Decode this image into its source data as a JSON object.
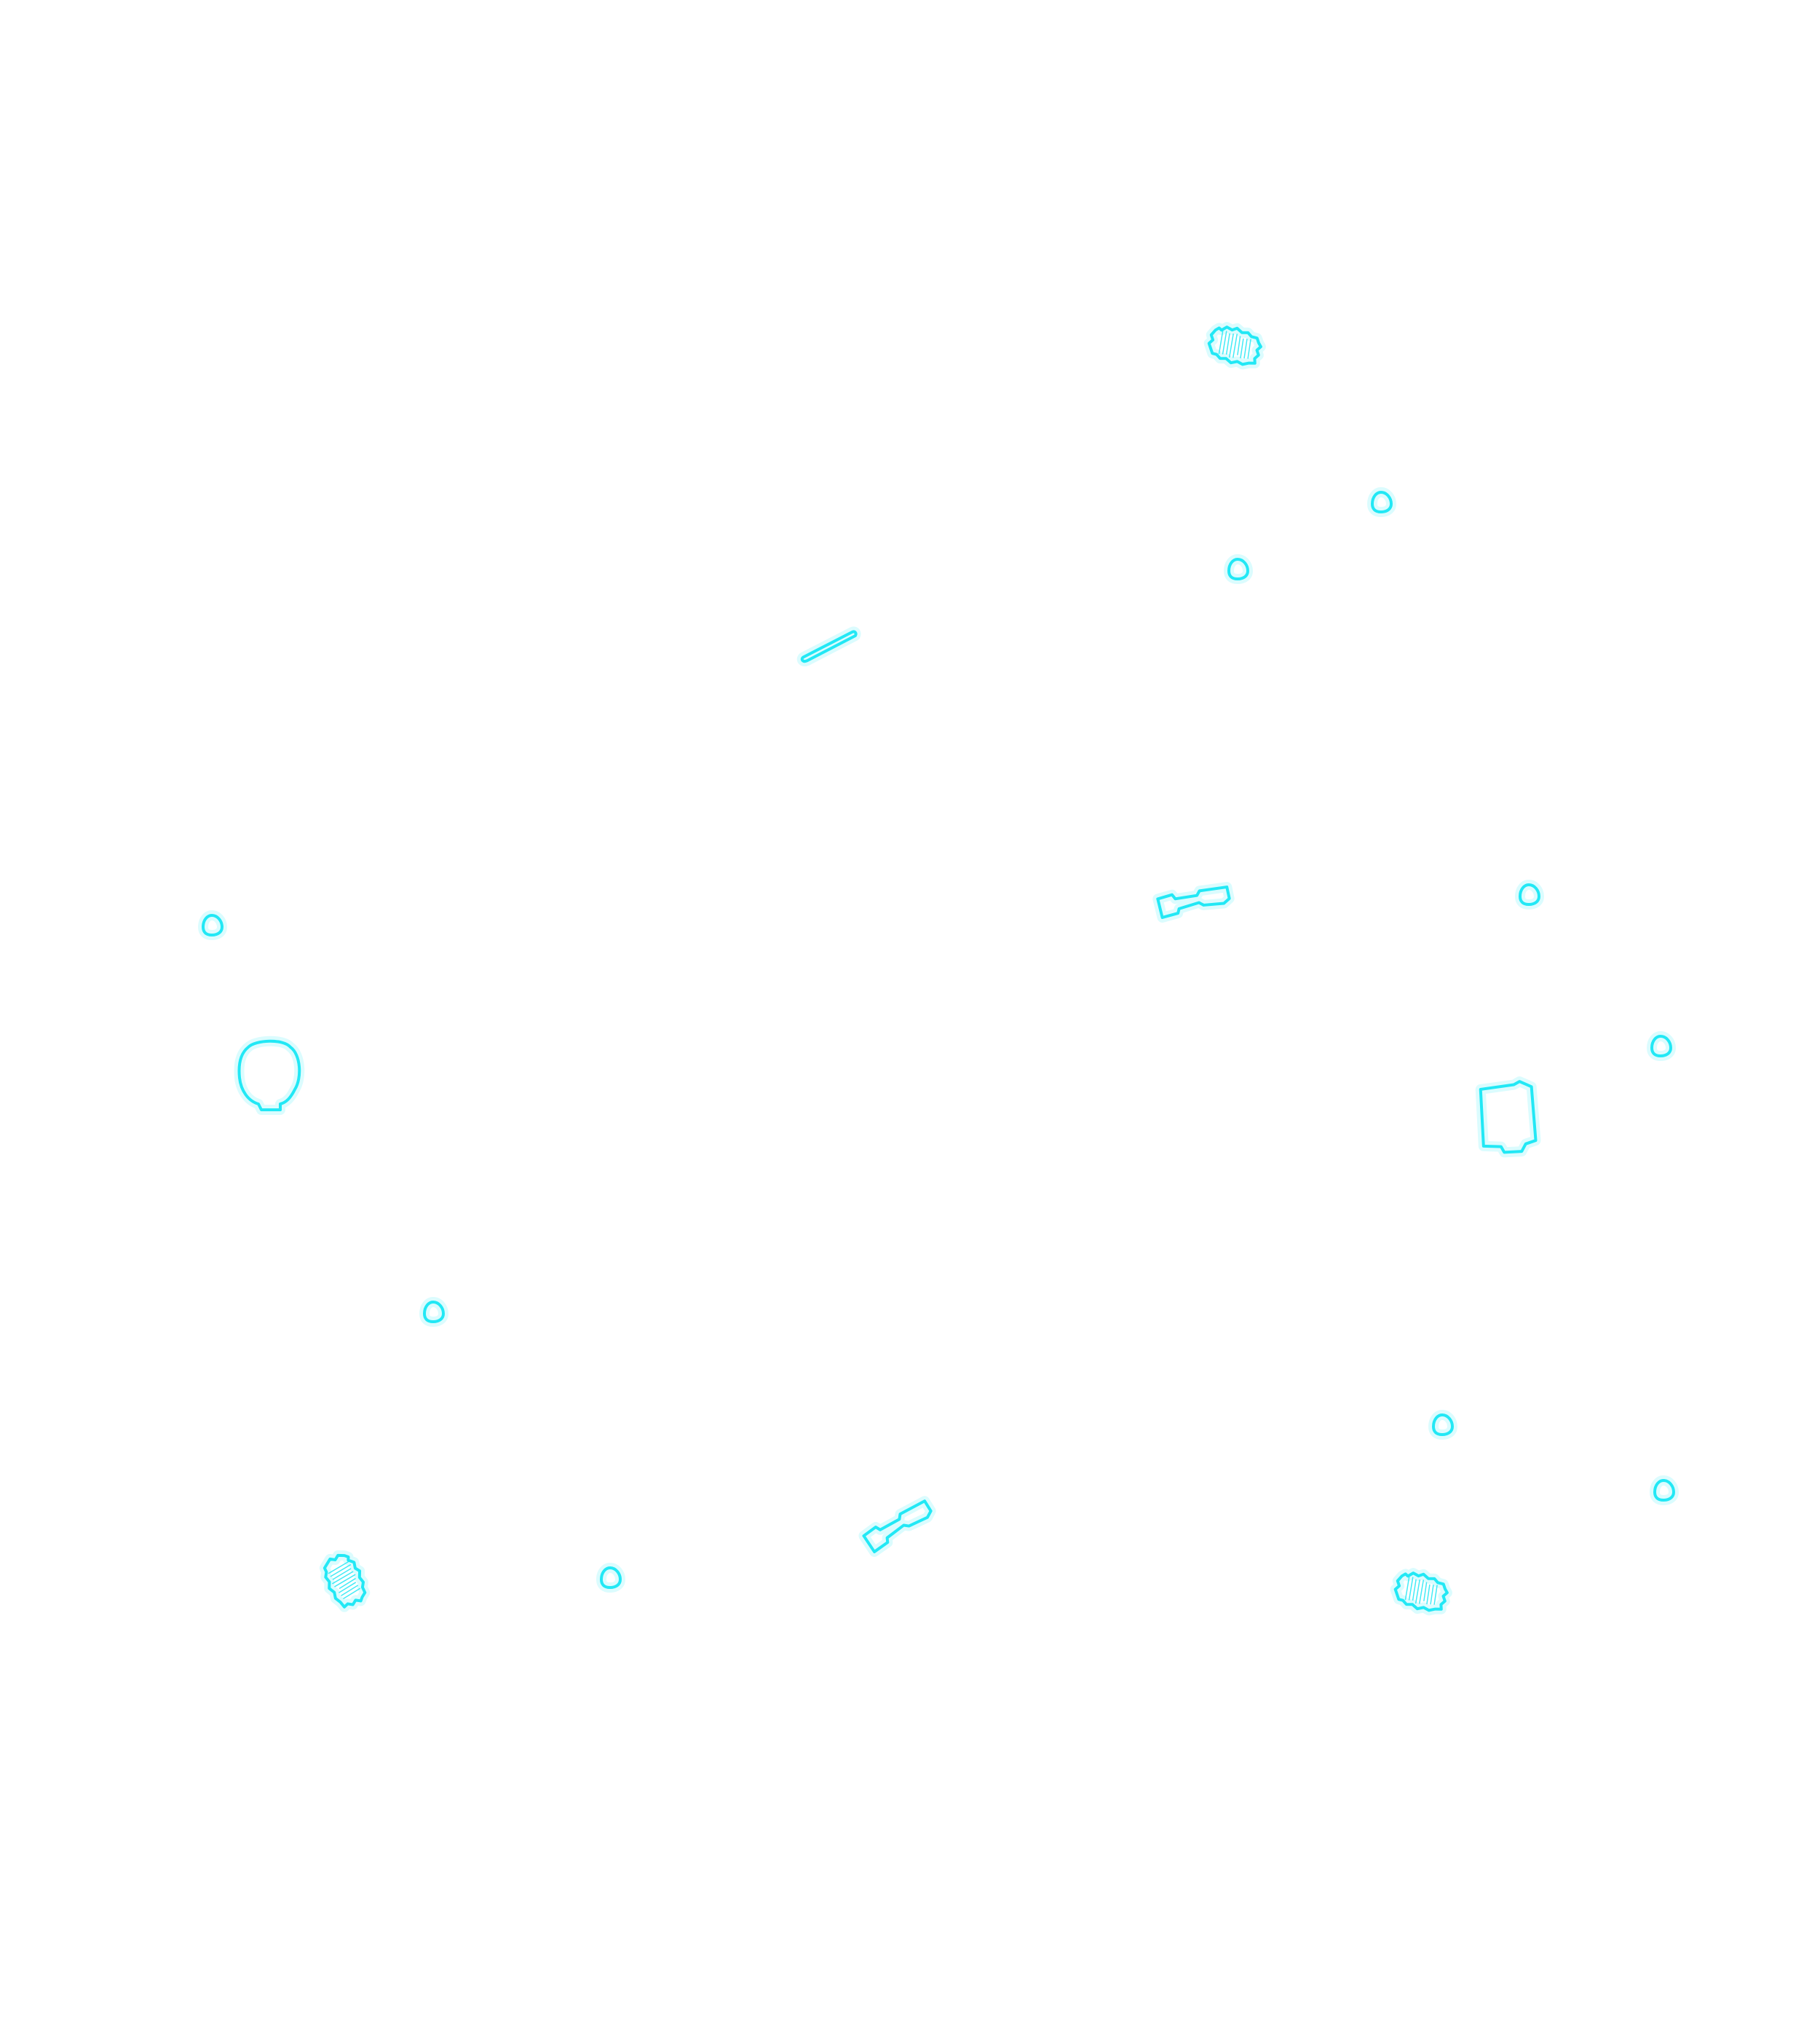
{
  "colors": {
    "background": "#ffffff",
    "outline": "#22e8f5",
    "glow": "#7ff4fb"
  },
  "shapes": [
    {
      "name": "chip-top-right",
      "kind": "chip"
    },
    {
      "name": "drop-top-1",
      "kind": "drop"
    },
    {
      "name": "drop-top-2",
      "kind": "drop"
    },
    {
      "name": "bar-center-top",
      "kind": "bar"
    },
    {
      "name": "dumbbell-center-right",
      "kind": "dumbbell"
    },
    {
      "name": "drop-right-1",
      "kind": "drop"
    },
    {
      "name": "drop-left-1",
      "kind": "drop"
    },
    {
      "name": "drop-right-2",
      "kind": "drop"
    },
    {
      "name": "blob-left",
      "kind": "blob"
    },
    {
      "name": "square-right",
      "kind": "square"
    },
    {
      "name": "drop-left-2",
      "kind": "drop"
    },
    {
      "name": "drop-right-3",
      "kind": "drop"
    },
    {
      "name": "drop-right-4",
      "kind": "drop"
    },
    {
      "name": "dumbbell-bottom-center",
      "kind": "dumbbell"
    },
    {
      "name": "chip-bottom-left",
      "kind": "chip"
    },
    {
      "name": "drop-bottom-left",
      "kind": "drop"
    },
    {
      "name": "chip-bottom-right",
      "kind": "chip"
    }
  ]
}
